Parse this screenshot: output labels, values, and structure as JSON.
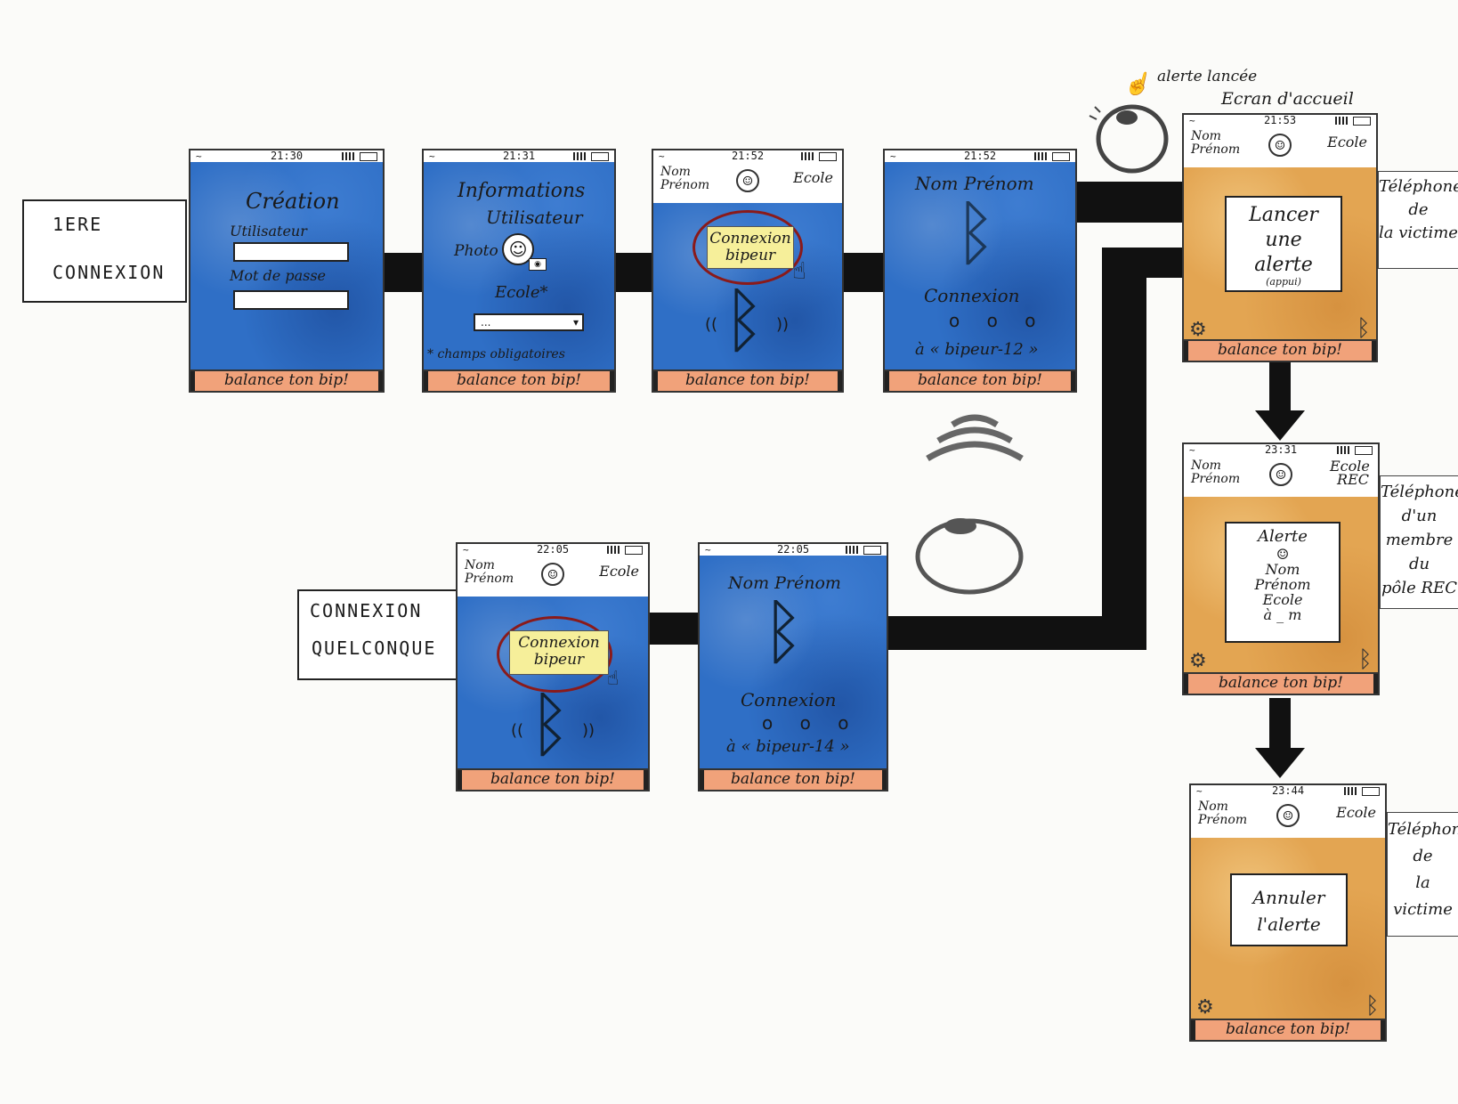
{
  "footer_text": "balance ton bip!",
  "labels": {
    "first_a": "1ERE",
    "first_b": "CONNEXION",
    "any_a": "CONNEXION",
    "any_b": "QUELCONQUE"
  },
  "annotations": {
    "alert_launched": "alerte lancée",
    "home_screen": "Ecran d'accueil"
  },
  "side_labels": {
    "victim_1": [
      "Téléphone",
      "de",
      "la victime"
    ],
    "rec_member": [
      "Téléphone",
      "d'un",
      "membre",
      "du",
      "pôle REC"
    ],
    "victim_2": [
      "Téléphone",
      "de",
      "la",
      "victime"
    ]
  },
  "screens": {
    "creation": {
      "time": "21:30",
      "title": "Création",
      "user_label": "Utilisateur",
      "password_label": "Mot de passe"
    },
    "informations": {
      "time": "21:31",
      "title": "Informations",
      "subtitle": "Utilisateur",
      "photo_label": "Photo",
      "school_label": "Ecole*",
      "school_select": "...",
      "required_note": "* champs obligatoires"
    },
    "connexion_1": {
      "time": "21:52",
      "header_nom": "Nom",
      "header_prenom": "Prénom",
      "header_ecole": "Ecole",
      "button_line1": "Connexion",
      "button_line2": "bipeur"
    },
    "connecting_1": {
      "time": "21:52",
      "title": "Nom Prénom",
      "connexion": "Connexion",
      "dots": "o o o",
      "target": "à « bipeur-12 »"
    },
    "home_victim": {
      "time": "21:53",
      "header_nom": "Nom",
      "header_prenom": "Prénom",
      "header_ecole": "Ecole",
      "box_line1": "Lancer",
      "box_line2": "une",
      "box_line3": "alerte",
      "box_hint": "(appui)"
    },
    "rec_member": {
      "time": "23:31",
      "header_nom": "Nom",
      "header_prenom": "Prénom",
      "header_ecole": "Ecole REC",
      "box_title": "Alerte",
      "box_nom": "Nom",
      "box_prenom": "Prénom",
      "box_ecole": "Ecole",
      "box_time": "à _ m"
    },
    "cancel_victim": {
      "time": "23:44",
      "header_nom": "Nom",
      "header_prenom": "Prénom",
      "header_ecole": "Ecole",
      "box_line1": "Annuler",
      "box_line2": "l'alerte"
    },
    "connexion_2": {
      "time": "22:05",
      "header_nom": "Nom",
      "header_prenom": "Prénom",
      "header_ecole": "Ecole",
      "button_line1": "Connexion",
      "button_line2": "bipeur"
    },
    "connecting_2": {
      "time": "22:05",
      "title": "Nom Prénom",
      "connexion": "Connexion",
      "dots": "o o o",
      "target": "à « bipeur-14 »"
    }
  },
  "colors": {
    "screen_blue": "#2f6fc6",
    "screen_orange": "#e3a552",
    "footer_salmon": "#f1a27a",
    "button_yellow": "#f6ef9a",
    "ring_red": "#8a1a1a",
    "connector": "#111111"
  },
  "icons": [
    "bluetooth-icon",
    "avatar-icon",
    "gear-icon",
    "camera-icon",
    "hand-pointer-icon",
    "beeper-bracelet-icon",
    "signal-waves-icon"
  ]
}
